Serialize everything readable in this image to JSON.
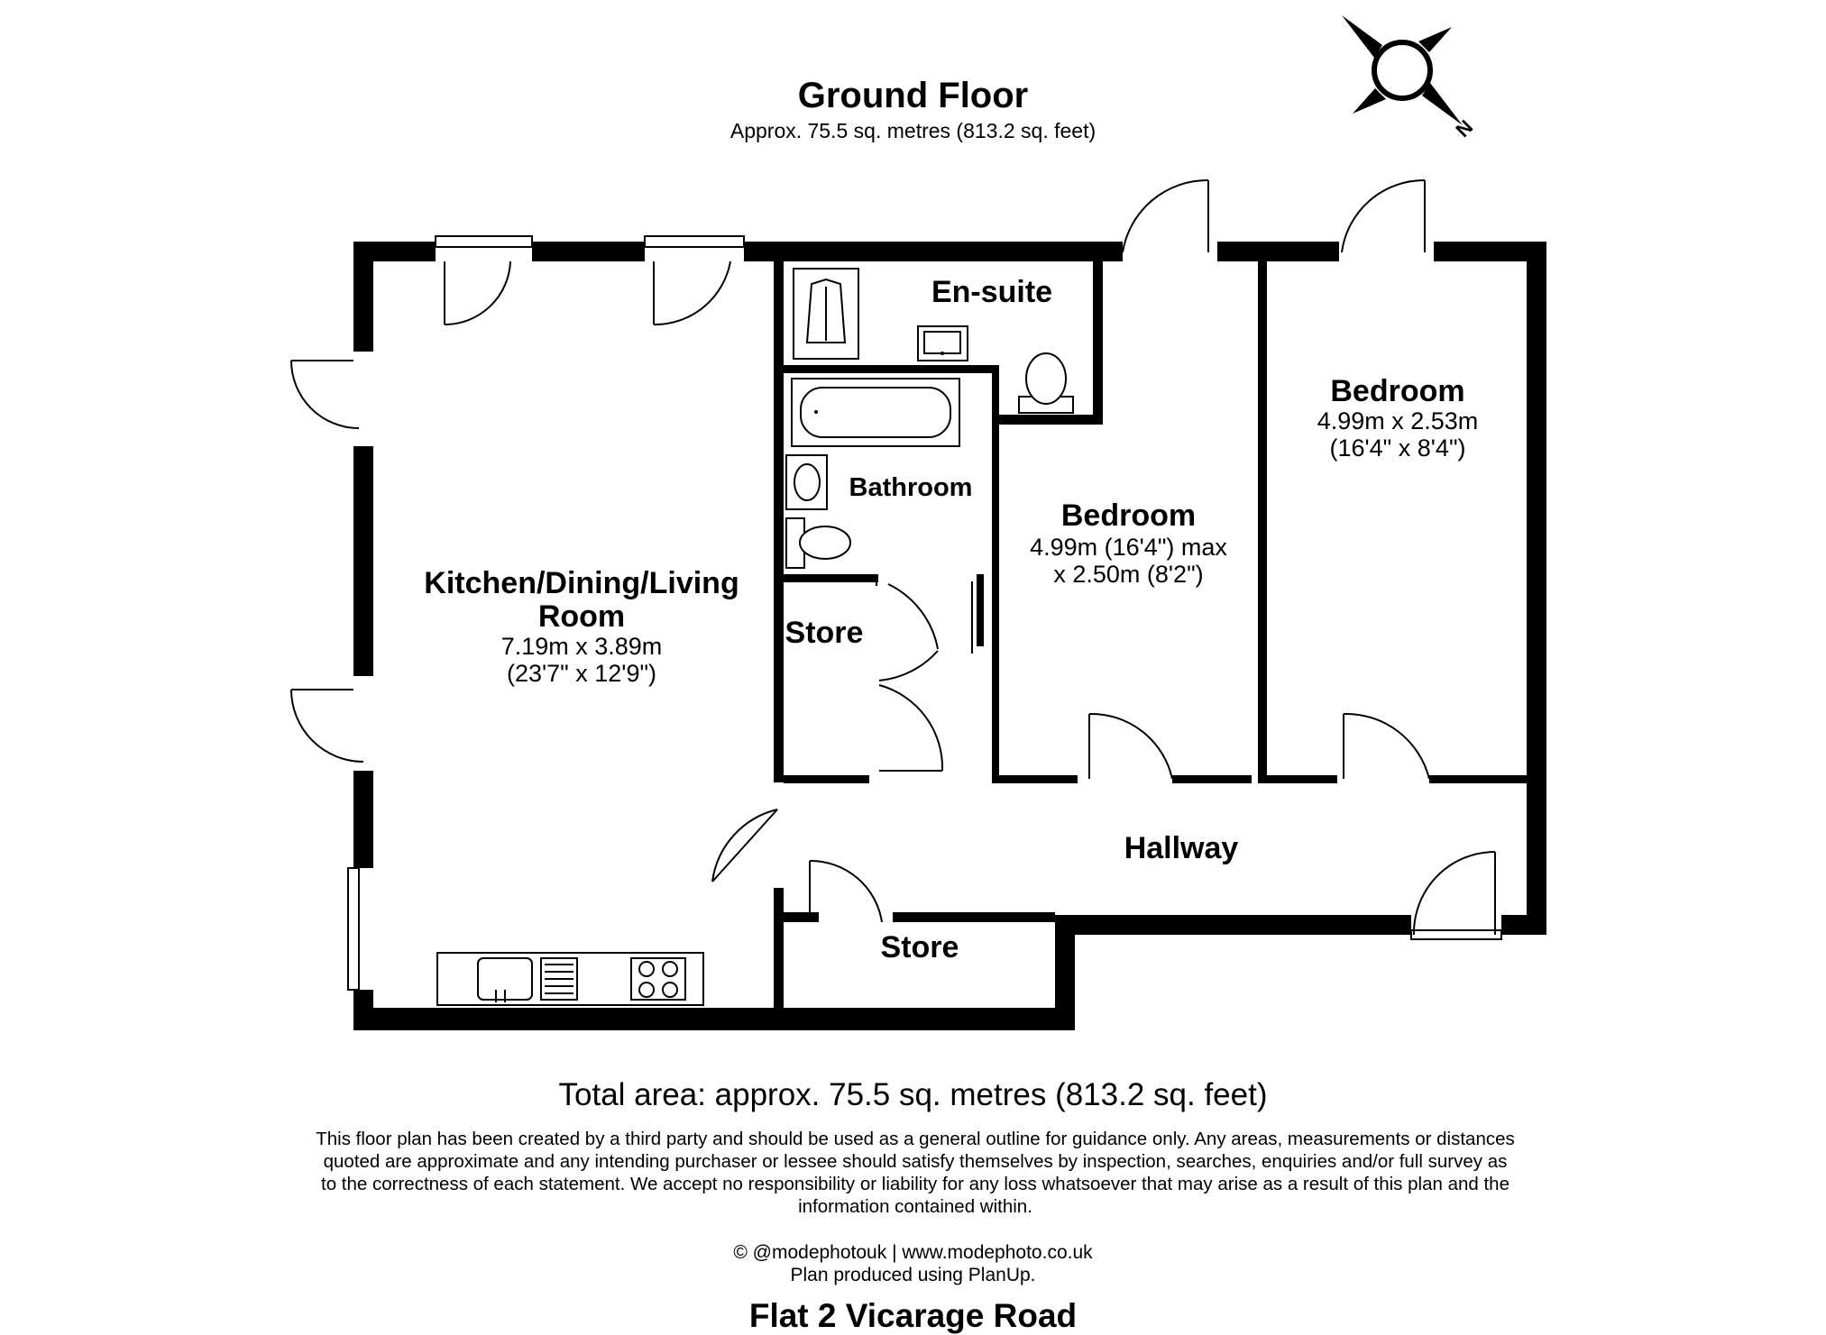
{
  "floor": {
    "title": "Ground Floor",
    "area": "Approx. 75.5 sq. metres (813.2 sq. feet)"
  },
  "compass": {
    "label": "N",
    "icon": "compass-rose-icon"
  },
  "rooms": {
    "kitchen": {
      "name_1": "Kitchen/Dining/Living",
      "name_2": "Room",
      "dim_1": "7.19m x 3.89m",
      "dim_2": "(23'7\" x 12'9\")"
    },
    "ensuite": {
      "name": "En-suite"
    },
    "bathroom": {
      "name": "Bathroom"
    },
    "store_upper": {
      "name": "Store"
    },
    "store_lower": {
      "name": "Store"
    },
    "bedroom_middle": {
      "name": "Bedroom",
      "dim_1": "4.99m (16'4\") max",
      "dim_2": "x 2.50m (8'2\")"
    },
    "bedroom_right": {
      "name": "Bedroom",
      "dim_1": "4.99m x 2.53m",
      "dim_2": "(16'4\" x 8'4\")"
    },
    "hallway": {
      "name": "Hallway"
    }
  },
  "footer": {
    "total_area": "Total area: approx. 75.5 sq. metres (813.2 sq. feet)",
    "disclaimer": "This floor plan has been created by a third party and should be used as a general outline for guidance only. Any areas, measurements or distances quoted are approximate and any intending purchaser or lessee should satisfy themselves by inspection, searches, enquiries and/or full survey as to the correctness of each statement. We accept no responsibility or liability for any loss whatsoever that may arise as a result of this plan and the information contained within.",
    "credit_1": "© @modephotouk | www.modephoto.co.uk",
    "credit_2": "Plan produced using PlanUp.",
    "address": "Flat 2 Vicarage Road"
  }
}
